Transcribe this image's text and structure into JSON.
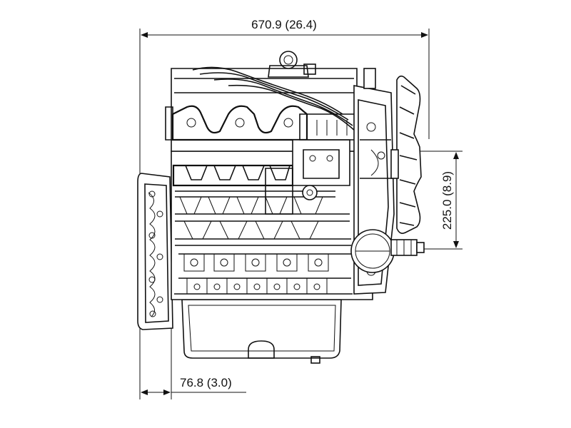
{
  "dimensions": {
    "overall_length": "670.9 (26.4)",
    "height_offset": "225.0 (8.9)",
    "flywheel_offset": "76.8 (3.0)"
  },
  "colors": {
    "line": "#111111",
    "background": "#ffffff"
  }
}
